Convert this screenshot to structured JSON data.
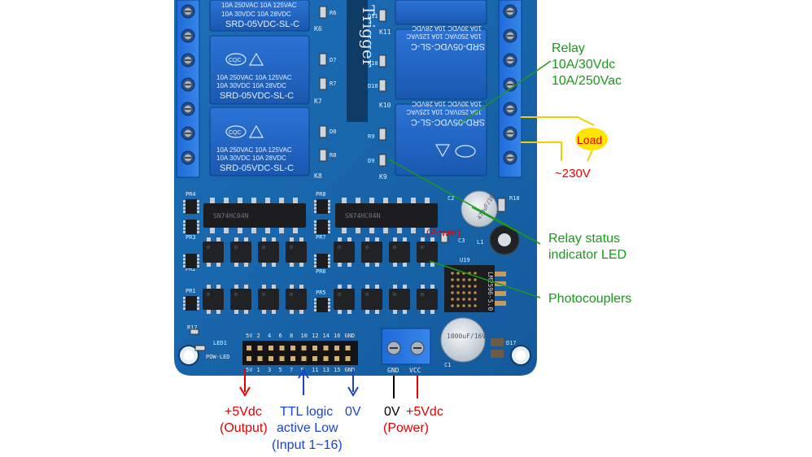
{
  "board": {
    "trigger_label": "Trigger",
    "relay_marking": {
      "line1": "10A 250VAC  10A 125VAC",
      "line2": "10A 30VDC  10A 28VDC",
      "model": "SRD-05VDC-SL-C",
      "cert": "CQC"
    },
    "relay_refs": [
      "K6",
      "K7",
      "K8",
      "K9",
      "K10",
      "K11"
    ],
    "resistor_refs": [
      "R6",
      "R7",
      "R8",
      "R9",
      "R10",
      "D7",
      "D8",
      "D9",
      "D10",
      "D11",
      "R18"
    ],
    "pr_refs": [
      "PR4",
      "PR3",
      "PR2",
      "PR1",
      "PR8",
      "PR7",
      "PR6",
      "PR5",
      "R17"
    ],
    "ic_marking": "SN74HC04N",
    "cap_c2": "470uF/16V",
    "cap_c2_ref": "C2",
    "cap_c3_ref": "C3",
    "inductor_ref": "L1",
    "reg_ref": "U19",
    "reg_marking": "LM2596-5.0",
    "cap_c1": "1000uF/16V",
    "cap_c1_ref": "C1",
    "diode_ref": "D17",
    "led1_ref": "LED1",
    "pow_led": "POW-LED",
    "header_top": [
      "5V",
      "2",
      "4",
      "6",
      "8",
      "10",
      "12",
      "14",
      "16",
      "GND"
    ],
    "header_bottom": [
      "5V",
      "1",
      "3",
      "5",
      "7",
      "9",
      "11",
      "13",
      "15",
      "GND"
    ],
    "terminal_labels": [
      "GND",
      "VCC"
    ]
  },
  "callouts": {
    "relay": [
      "Relay",
      "10A/30Vdc",
      "10A/250Vac"
    ],
    "load": "Load",
    "mains": "~230V",
    "relay_led": [
      "Relay status",
      "indicator LED"
    ],
    "power_led": "(Power)",
    "photocouplers": "Photocouplers",
    "out5v": [
      "+5Vdc",
      "(Output)"
    ],
    "ttl": [
      "TTL logic",
      "active Low",
      "(Input 1~16)"
    ],
    "gnd0v": "0V",
    "pwr0v": "0V",
    "pwr5v": [
      "+5Vdc",
      "(Power)"
    ]
  }
}
